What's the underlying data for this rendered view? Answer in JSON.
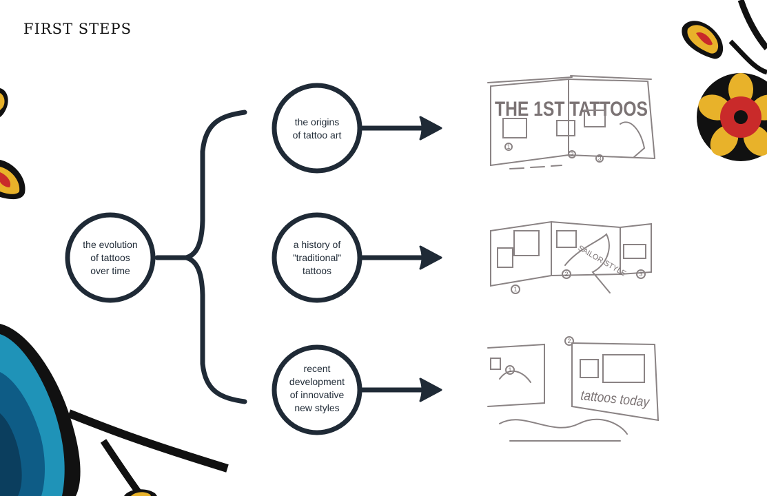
{
  "page": {
    "title": "FIRST STEPS"
  },
  "colors": {
    "node": "#1f2a36",
    "sketch": "#8a8384",
    "flower_yellow": "#e8b22a",
    "flower_red": "#c92a2a",
    "bird_blue": "#1f93b8",
    "bird_blue_dark": "#0e5c86",
    "ink": "#111111"
  },
  "diagram": {
    "root": {
      "lines": [
        "the evolution",
        "of tattoos",
        "over time"
      ]
    },
    "branches": [
      {
        "lines": [
          "the origins",
          "of tattoo art"
        ],
        "sketch": {
          "heading": "THE 1ST TATTOOS",
          "marks": [
            "1",
            "2",
            "3"
          ]
        }
      },
      {
        "lines": [
          "a history of",
          "”traditional”",
          "tattoos"
        ],
        "sketch": {
          "heading": "SAILOR STYLE",
          "marks": [
            "1",
            "2",
            "3"
          ]
        }
      },
      {
        "lines": [
          "recent",
          "development",
          "of innovative",
          "new styles"
        ],
        "sketch": {
          "heading": "tattoos today",
          "marks": [
            "1",
            "2"
          ]
        }
      }
    ]
  }
}
